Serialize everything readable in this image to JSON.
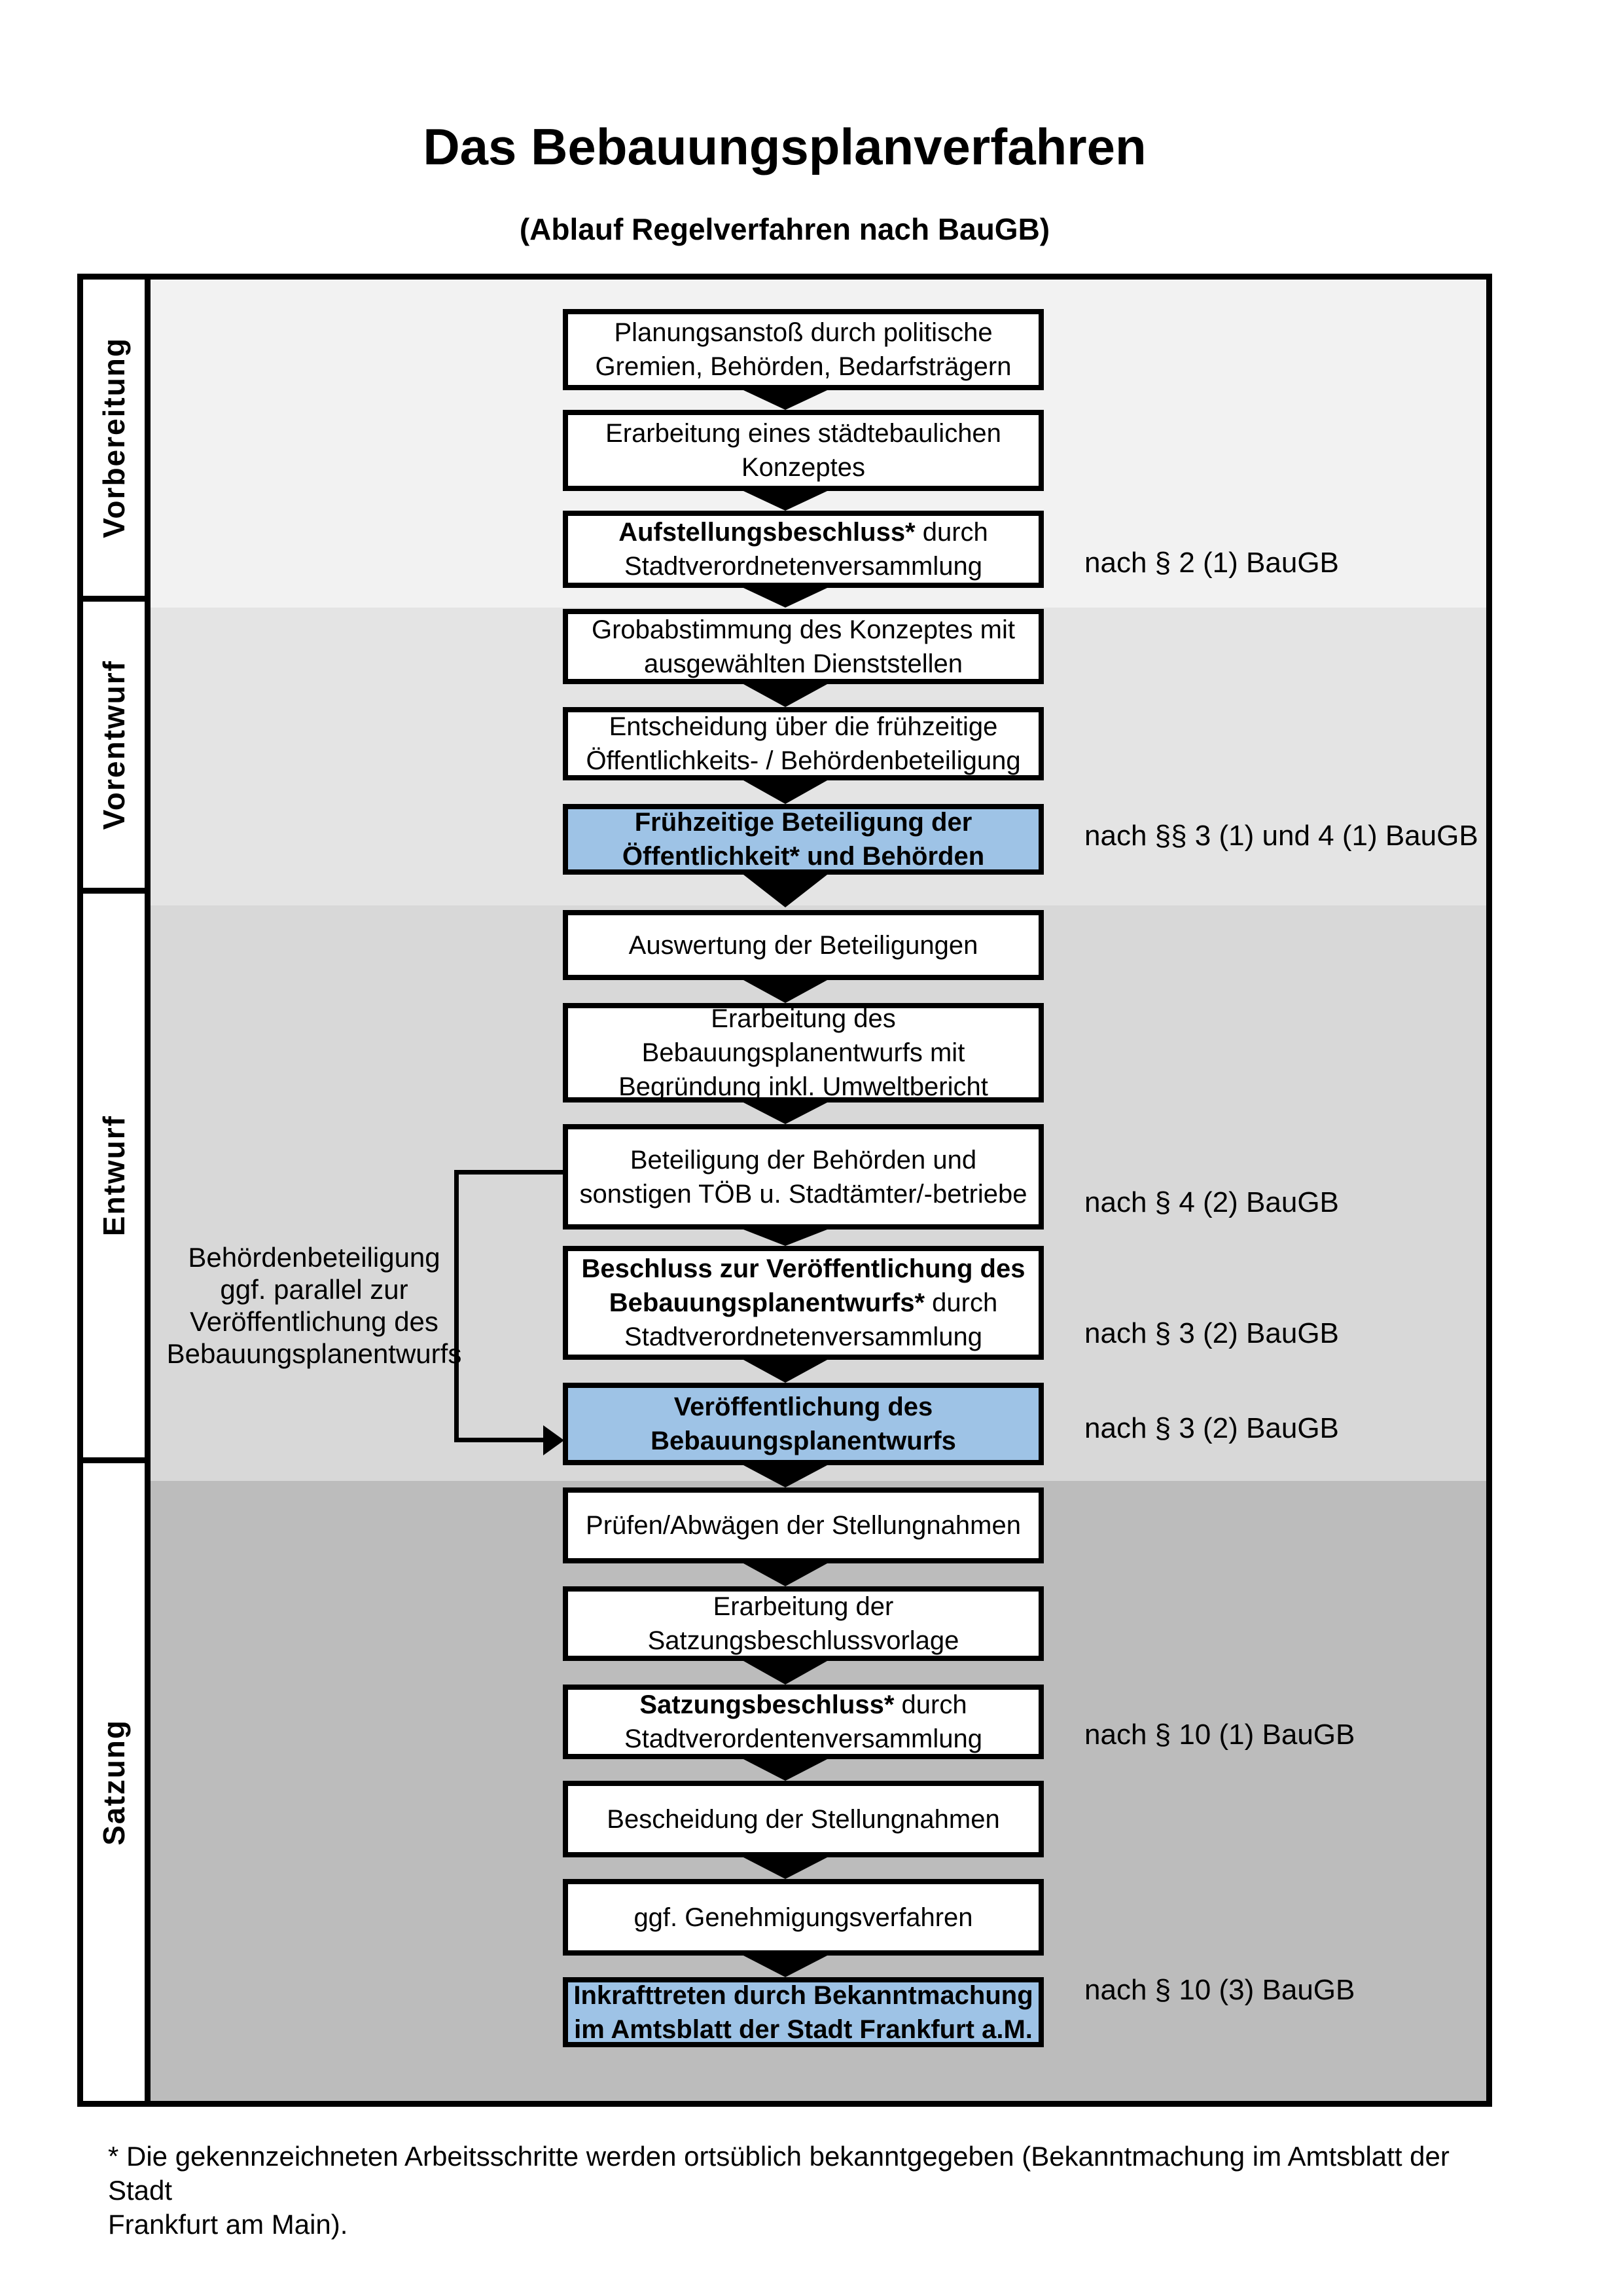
{
  "title": "Das Bebauungsplanverfahren",
  "subtitle": "(Ablauf Regelverfahren nach BauGB)",
  "colors": {
    "highlight_blue": "#9ec3e6",
    "band_vorbereitung": "#f2f2f2",
    "band_vorentwurf": "#e4e4e4",
    "band_entwurf": "#d8d8d8",
    "band_satzung": "#bcbcbc",
    "box_border": "#000000"
  },
  "phases": [
    {
      "label": "Vorbereitung"
    },
    {
      "label": "Vorentwurf"
    },
    {
      "label": "Entwurf"
    },
    {
      "label": "Satzung"
    }
  ],
  "boxes": [
    {
      "lines": [
        [
          {
            "t": "Planungsanstoß durch politische",
            "b": 0
          }
        ],
        [
          {
            "t": "Gremien, Behörden, Bedarfsträgern",
            "b": 0
          }
        ]
      ]
    },
    {
      "lines": [
        [
          {
            "t": "Erarbeitung eines städtebaulichen",
            "b": 0
          }
        ],
        [
          {
            "t": "Konzeptes",
            "b": 0
          }
        ]
      ]
    },
    {
      "lines": [
        [
          {
            "t": "Aufstellungsbeschluss*",
            "b": 1
          },
          {
            "t": " durch",
            "b": 0
          }
        ],
        [
          {
            "t": "Stadtverordnetenversammlung",
            "b": 0
          }
        ]
      ]
    },
    {
      "lines": [
        [
          {
            "t": "Grobabstimmung des Konzeptes mit",
            "b": 0
          }
        ],
        [
          {
            "t": "ausgewählten Dienststellen",
            "b": 0
          }
        ]
      ]
    },
    {
      "lines": [
        [
          {
            "t": "Entscheidung über die frühzeitige",
            "b": 0
          }
        ],
        [
          {
            "t": "Öffentlichkeits- / Behördenbeteiligung",
            "b": 0
          }
        ]
      ]
    },
    {
      "lines": [
        [
          {
            "t": "Frühzeitige Beteiligung der",
            "b": 1
          }
        ],
        [
          {
            "t": "Öffentlichkeit* und Behörden",
            "b": 1
          }
        ]
      ]
    },
    {
      "lines": [
        [
          {
            "t": "Auswertung der Beteiligungen",
            "b": 0
          }
        ]
      ]
    },
    {
      "lines": [
        [
          {
            "t": "Erarbeitung des",
            "b": 0
          }
        ],
        [
          {
            "t": "Bebauungsplanentwurfs mit",
            "b": 0
          }
        ],
        [
          {
            "t": "Begründung inkl. Umweltbericht",
            "b": 0
          }
        ]
      ]
    },
    {
      "lines": [
        [
          {
            "t": "Beteiligung der Behörden und",
            "b": 0
          }
        ],
        [
          {
            "t": "sonstigen TÖB u. Stadtämter/-betriebe",
            "b": 0
          }
        ]
      ]
    },
    {
      "lines": [
        [
          {
            "t": "Beschluss zur Veröffentlichung des",
            "b": 1
          }
        ],
        [
          {
            "t": "Bebauungsplanentwurfs*",
            "b": 1
          },
          {
            "t": " durch",
            "b": 0
          }
        ],
        [
          {
            "t": "Stadtverordnetenversammlung",
            "b": 0
          }
        ]
      ]
    },
    {
      "lines": [
        [
          {
            "t": "Veröffentlichung des",
            "b": 1
          }
        ],
        [
          {
            "t": "Bebauungsplanentwurfs",
            "b": 1
          }
        ]
      ]
    },
    {
      "lines": [
        [
          {
            "t": "Prüfen/Abwägen der Stellungnahmen",
            "b": 0
          }
        ]
      ]
    },
    {
      "lines": [
        [
          {
            "t": "Erarbeitung der",
            "b": 0
          }
        ],
        [
          {
            "t": "Satzungsbeschlussvorlage",
            "b": 0
          }
        ]
      ]
    },
    {
      "lines": [
        [
          {
            "t": "Satzungsbeschluss*",
            "b": 1
          },
          {
            "t": " durch",
            "b": 0
          }
        ],
        [
          {
            "t": "Stadtverordentenversammlung",
            "b": 0
          }
        ]
      ]
    },
    {
      "lines": [
        [
          {
            "t": "Bescheidung der Stellungnahmen",
            "b": 0
          }
        ]
      ]
    },
    {
      "lines": [
        [
          {
            "t": "ggf. Genehmigungsverfahren",
            "b": 0
          }
        ]
      ]
    },
    {
      "lines": [
        [
          {
            "t": "Inkrafttreten",
            "b": 1
          },
          {
            "t": " durch Bekanntmachung",
            "b": 0
          }
        ],
        [
          {
            "t": "im Amtsblatt der Stadt Frankfurt a.M.",
            "b": 0
          }
        ]
      ]
    }
  ],
  "legal_refs": [
    {
      "text": "nach § 2 (1) BauGB"
    },
    {
      "text": "nach §§ 3 (1) und 4 (1) BauGB"
    },
    {
      "text": "nach § 4 (2) BauGB"
    },
    {
      "text": "nach § 3 (2) BauGB"
    },
    {
      "text": "nach § 3 (2) BauGB"
    },
    {
      "text": "nach § 10 (1) BauGB"
    },
    {
      "text": "nach § 10 (3) BauGB"
    }
  ],
  "side_note": {
    "lines": [
      [
        {
          "t": "Behördenbeteiligung",
          "b": 0
        }
      ],
      [
        {
          "t": "ggf. parallel zur",
          "b": 0
        }
      ],
      [
        {
          "t": "Veröffentlichung des",
          "b": 0
        }
      ],
      [
        {
          "t": "Bebauungsplanentwurfs",
          "b": 0
        }
      ]
    ]
  },
  "footnote": {
    "lines": [
      [
        {
          "t": "* Die gekennzeichneten Arbeitsschritte werden ortsüblich bekanntgegeben (Bekanntmachung im Amtsblatt  der Stadt",
          "b": 0
        }
      ],
      [
        {
          "t": "Frankfurt am Main).",
          "b": 0
        }
      ]
    ]
  }
}
